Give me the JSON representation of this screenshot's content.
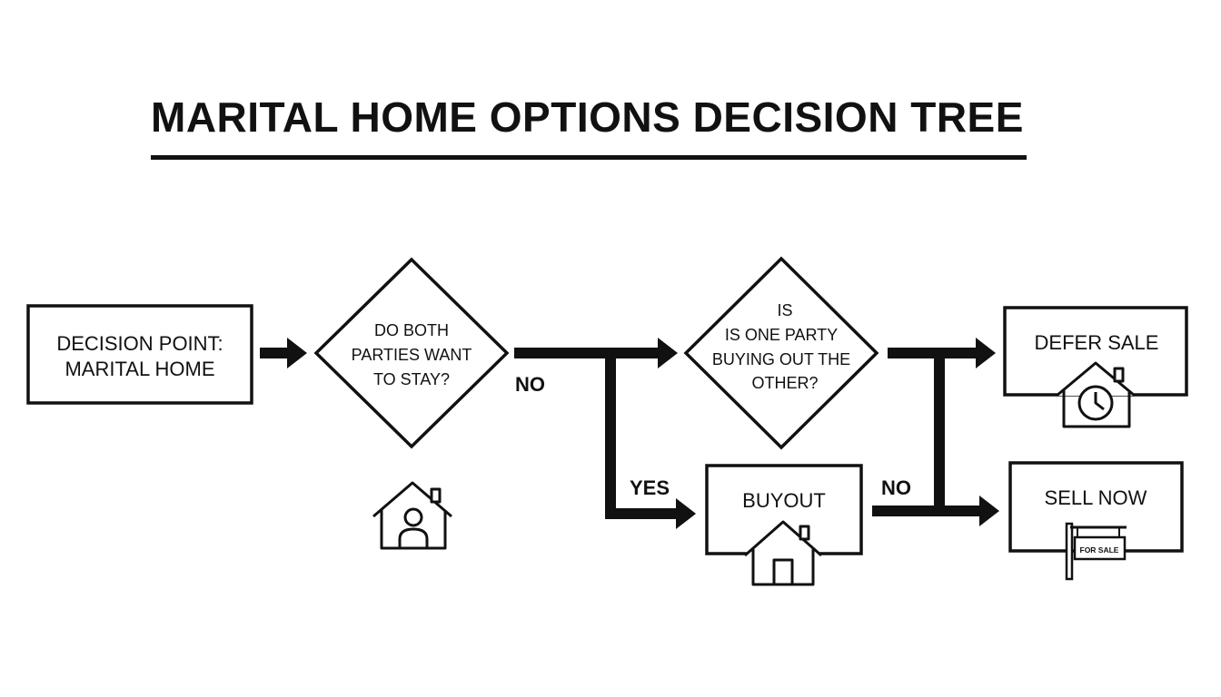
{
  "title": "MARITAL HOME OPTIONS DECISION TREE",
  "nodes": {
    "start": {
      "line1": "DECISION POINT:",
      "line2": "MARITAL HOME"
    },
    "q1": {
      "line1": "DO BOTH",
      "line2": "PARTIES WANT",
      "line3": "TO STAY?"
    },
    "q2": {
      "line1": "IS",
      "line2": "IS ONE PARTY",
      "line3": "BUYING OUT THE",
      "line4": "OTHER?"
    },
    "defer": {
      "label": "DEFER SALE"
    },
    "buyout": {
      "label": "BUYOUT"
    },
    "sell": {
      "label": "SELL NOW",
      "sign": "FOR SALE"
    }
  },
  "edges": {
    "q1_no": "NO",
    "q1_yes": "YES",
    "q2_no": "NO"
  },
  "icons": {
    "person_home": "house-person-icon",
    "clock_home": "house-clock-icon",
    "home": "house-icon",
    "sale_sign": "for-sale-sign-icon"
  },
  "colors": {
    "ink": "#111111",
    "background": "#ffffff"
  }
}
